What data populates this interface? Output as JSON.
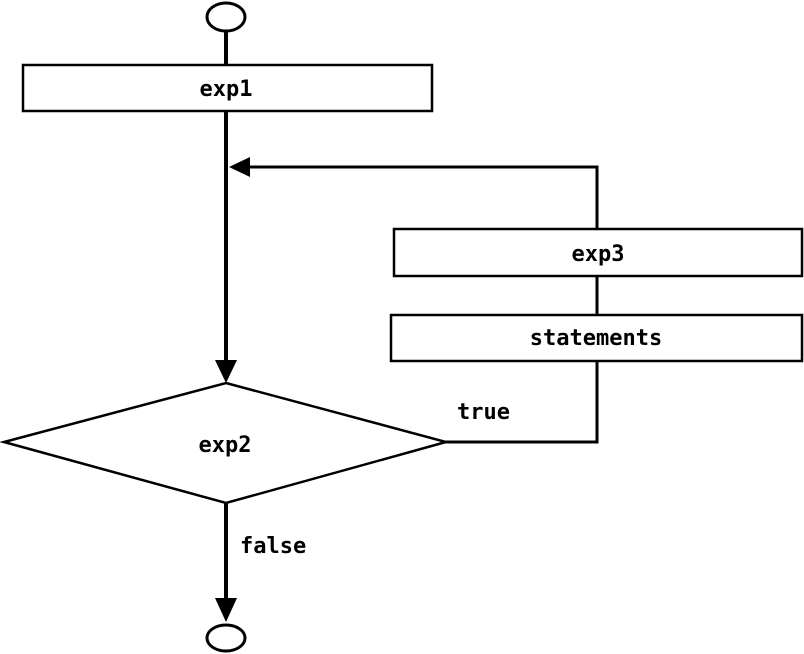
{
  "diagram": {
    "nodes": {
      "exp1": "exp1",
      "exp2": "exp2",
      "exp3": "exp3",
      "statements": "statements"
    },
    "edges": {
      "true_label": "true",
      "false_label": "false"
    },
    "colors": {
      "stroke": "#000000",
      "fill": "#ffffff"
    }
  }
}
